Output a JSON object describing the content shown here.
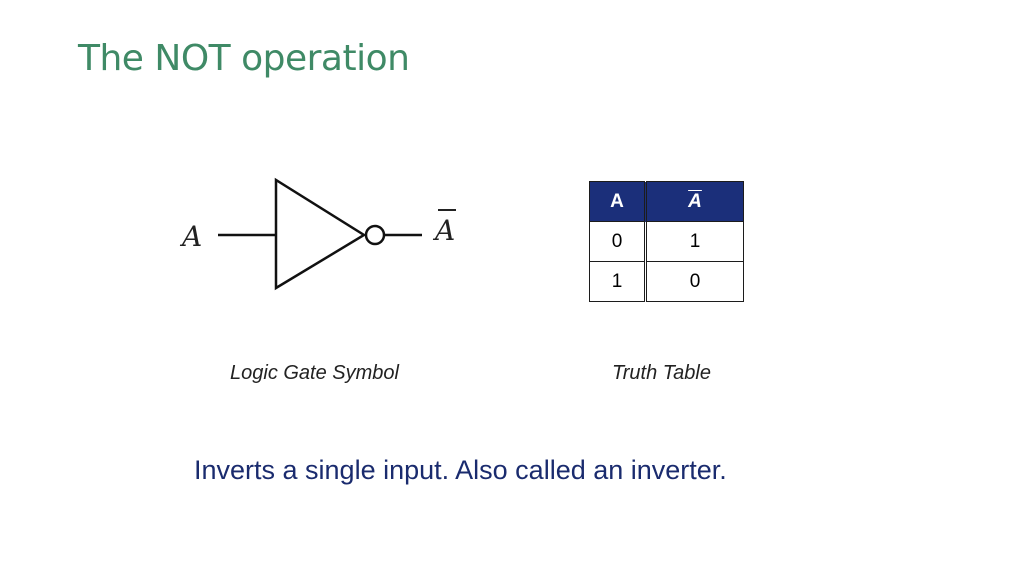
{
  "slide": {
    "title": "The NOT operation",
    "description": "Inverts a single input. Also called an inverter."
  },
  "gate": {
    "input_label": "A",
    "output_label": "A",
    "output_overline": true,
    "caption": "Logic Gate Symbol"
  },
  "truth_table": {
    "headers": [
      "A",
      "A"
    ],
    "rows": [
      [
        "0",
        "1"
      ],
      [
        "1",
        "0"
      ]
    ],
    "caption": "Truth Table",
    "header_bg": "#1b2f7a"
  },
  "colors": {
    "title": "#3f8a66",
    "description": "#1a2b6e"
  }
}
